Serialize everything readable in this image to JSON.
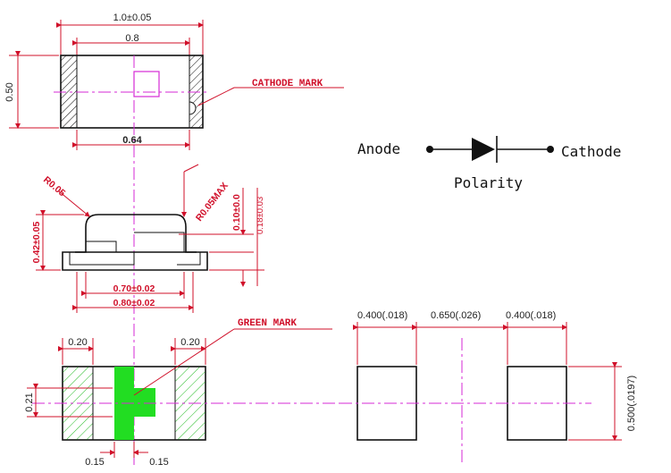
{
  "top_view": {
    "width_dim": "1.0±0.05",
    "inner_dim": "0.8",
    "height_dim": "0.50",
    "bottom_dim": "0.64",
    "cathode_note": "CATHODE MARK"
  },
  "side_view": {
    "r_left": "R0.05",
    "r_right": "R0.05MAX",
    "height_dim": "0.42±0.05",
    "thick_dim": "0.10±0.0",
    "thick_tol": "0.18±0.03",
    "inner_w": "0.70±0.02",
    "outer_w": "0.80±0.02"
  },
  "bottom_view": {
    "green_note": "GREEN MARK",
    "pad_left": "0.20",
    "pad_right": "0.20",
    "height_dim": "0.21",
    "gap_left": "0.15",
    "gap_right": "0.15"
  },
  "symbol": {
    "anode": "Anode",
    "cathode": "Cathode",
    "polarity": "Polarity"
  },
  "footprint": {
    "pad1_dim": "0.400(.018)",
    "gap_dim": "0.650(.026)",
    "pad2_dim": "0.400(.018)",
    "height_dim": "0.500(.0197)"
  },
  "colors": {
    "dimension": "#d0102a",
    "centerline": "#d62ad6",
    "outline": "#111111",
    "green_mark": "#22dd22"
  }
}
